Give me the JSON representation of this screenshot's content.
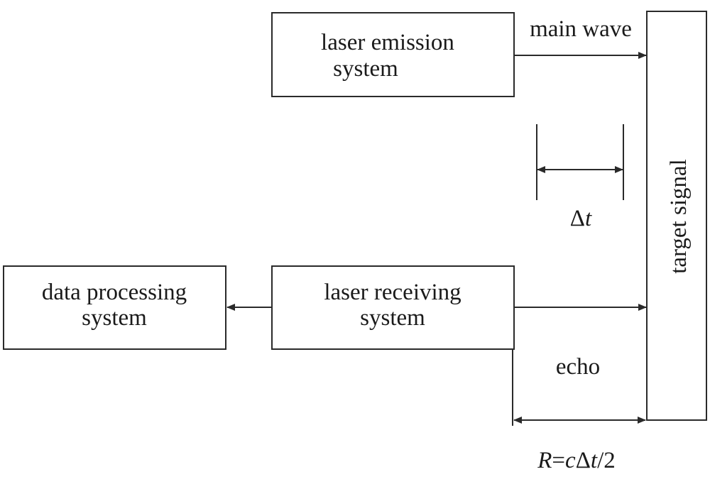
{
  "nodes": {
    "laser_emission": {
      "line1": "laser emission",
      "line2": "system"
    },
    "laser_receiving": {
      "line1": "laser receiving",
      "line2": "system"
    },
    "data_processing": {
      "line1": "data processing",
      "line2": "system"
    },
    "target_signal": {
      "label": "target signal"
    }
  },
  "edges": {
    "main_wave": "main wave",
    "echo": "echo"
  },
  "annotations": {
    "delta_t": {
      "symbol": "Δ",
      "var": "t"
    },
    "formula": {
      "R": "R",
      "eq": "=",
      "c": "c",
      "delta": "Δ",
      "t": "t",
      "tail": "/2"
    }
  }
}
